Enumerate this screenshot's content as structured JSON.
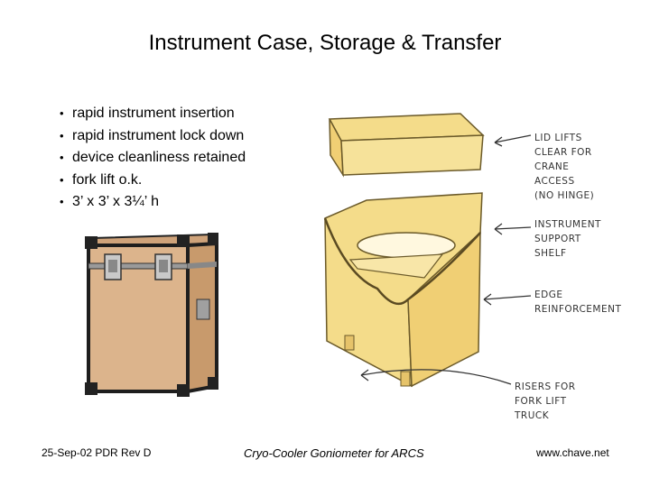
{
  "slide": {
    "title": "Instrument Case, Storage & Transfer",
    "bullets": [
      "rapid instrument insertion",
      "rapid instrument lock down",
      "device cleanliness retained",
      "fork lift o.k.",
      "3’ x 3’ x 3¼’ h"
    ]
  },
  "sketch": {
    "annotations": [
      [
        "LID LIFTS",
        "CLEAR FOR",
        "CRANE",
        "ACCESS",
        "(NO HINGE)"
      ],
      [
        "INSTRUMENT",
        "SUPPORT",
        "SHELF"
      ],
      [
        "EDGE",
        "REINFORCEMENT"
      ],
      [
        "RISERS FOR",
        "FORK LIFT",
        "TRUCK"
      ]
    ]
  },
  "footer": {
    "left": "25-Sep-02 PDR Rev D",
    "center": "Cryo-Cooler Goniometer for ARCS",
    "right": "www.chave.net"
  },
  "colors": {
    "wood": "#dcb48c",
    "sketch_fill": "#f4dc8a",
    "metal_edge": "#2a2a2a"
  }
}
